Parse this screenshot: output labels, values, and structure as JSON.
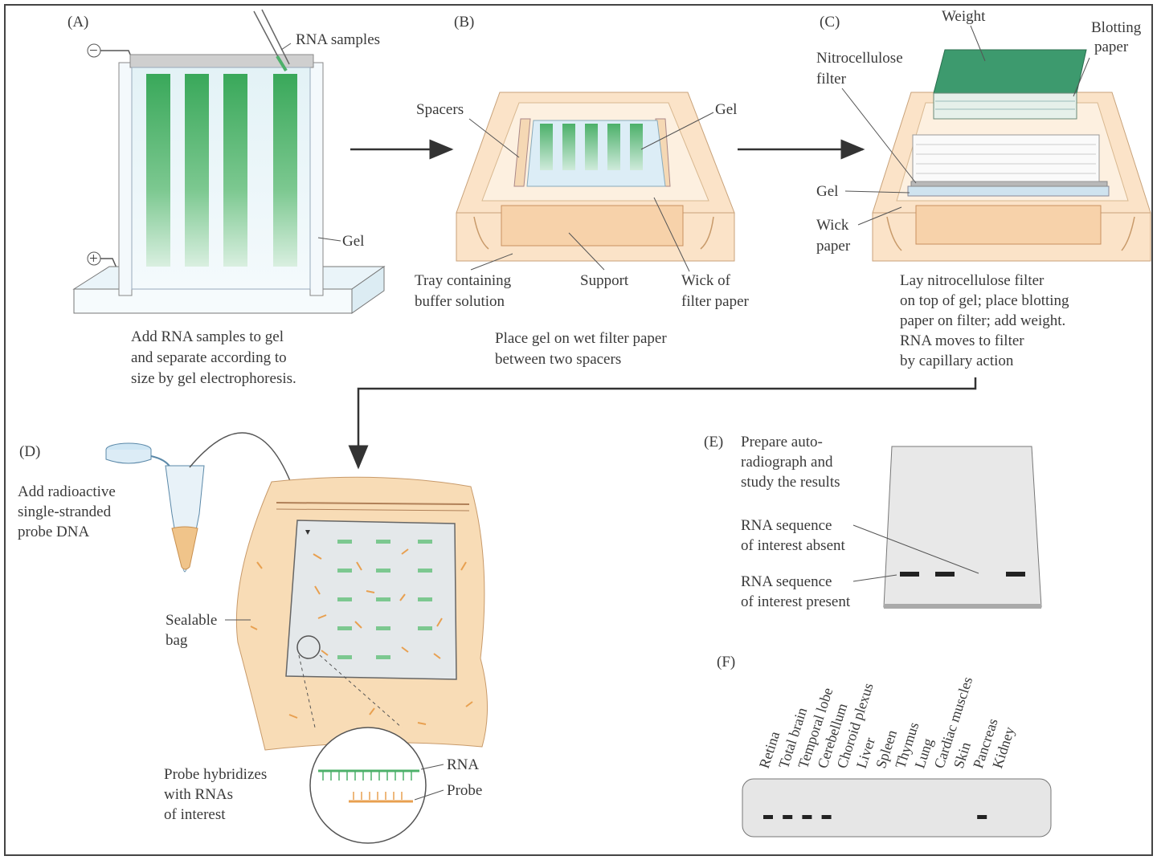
{
  "panels": {
    "a": {
      "label": "(A)",
      "minus_sign": "−",
      "plus_sign": "+",
      "rna_samples": "RNA samples",
      "gel": "Gel",
      "caption": [
        "Add RNA samples to gel",
        "and separate according to",
        "size by gel electrophoresis."
      ]
    },
    "b": {
      "label": "(B)",
      "spacers": "Spacers",
      "gel": "Gel",
      "tray": [
        "Tray containing",
        "buffer solution"
      ],
      "support": "Support",
      "wick": [
        "Wick of",
        "filter paper"
      ],
      "caption": [
        "Place gel on wet filter paper",
        "between two spacers"
      ]
    },
    "c": {
      "label": "(C)",
      "weight": "Weight",
      "blotting": [
        "Blotting",
        "paper"
      ],
      "nitro": [
        "Nitrocellulose",
        "filter"
      ],
      "gel": "Gel",
      "wick": [
        "Wick",
        "paper"
      ],
      "caption": [
        "Lay nitrocellulose filter",
        "on top of gel; place blotting",
        "paper on filter; add weight.",
        "RNA moves to filter",
        "by capillary action"
      ]
    },
    "d": {
      "label": "(D)",
      "probe_text": [
        "Add radioactive",
        "single-stranded",
        "probe DNA"
      ],
      "bag": [
        "Sealable",
        "bag"
      ],
      "hybrid": [
        "Probe hybridizes",
        "with RNAs",
        "of interest"
      ],
      "rna": "RNA",
      "probe": "Probe"
    },
    "e": {
      "label": "(E)",
      "caption": [
        "Prepare auto-",
        "radiograph and",
        "study the results"
      ],
      "absent": [
        "RNA sequence",
        "of interest absent"
      ],
      "present": [
        "RNA sequence",
        "of interest present"
      ]
    },
    "f": {
      "label": "(F)",
      "tissues": [
        "Retina",
        "Total brain",
        "Temporal lobe",
        "Cerebellum",
        "Choroid plexus",
        "Liver",
        "Spleen",
        "Thymus",
        "Lung",
        "Cardiac muscles",
        "Skin",
        "Pancreas",
        "Kidney"
      ],
      "band_present": [
        true,
        true,
        true,
        true,
        false,
        false,
        false,
        false,
        false,
        false,
        false,
        true,
        false
      ]
    }
  },
  "colors": {
    "rna_green": "#4db06a",
    "probe_orange": "#e8a050",
    "tray_peach": "#fbe3c8",
    "weight_green": "#3d9a6e",
    "gel_blue": "#d7ebf5"
  }
}
